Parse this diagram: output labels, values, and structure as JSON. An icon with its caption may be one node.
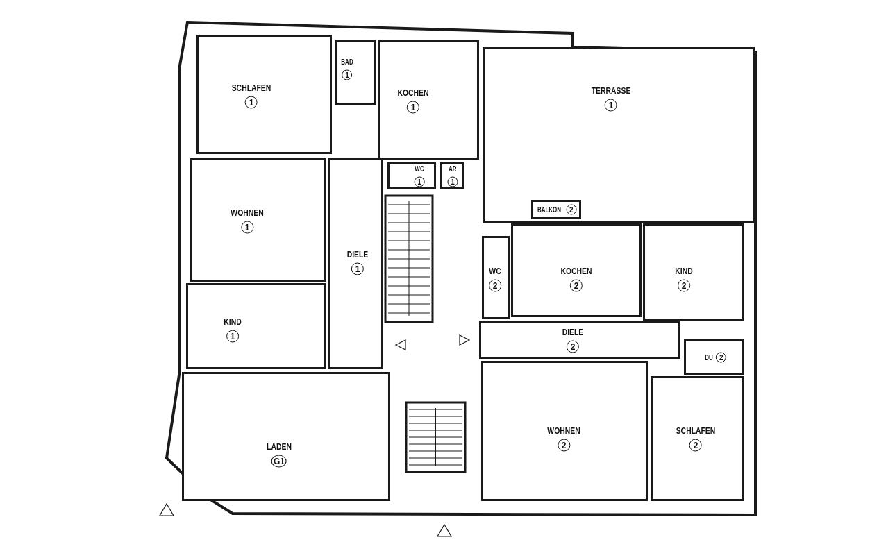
{
  "diagram": {
    "nodes": [
      {
        "text": [
          "SCHLAFEN",
          "1"
        ]
      },
      {
        "text": [
          "BAD",
          "1"
        ]
      },
      {
        "text": [
          "KOCHEN",
          "1"
        ]
      },
      {
        "text": [
          "TERRASSE",
          "1"
        ]
      },
      {
        "text": [
          "WC",
          "1"
        ]
      },
      {
        "text": [
          "AR",
          "1"
        ]
      },
      {
        "text": [
          "WOHNEN",
          "1"
        ]
      },
      {
        "text": [
          "DIELE",
          "1"
        ]
      },
      {
        "text": [
          "BALKON",
          "2"
        ],
        "in": 3
      },
      {
        "text": [
          "WC",
          "2"
        ]
      },
      {
        "text": [
          "KOCHEN",
          "2"
        ]
      },
      {
        "text": [
          "KIND",
          "2"
        ]
      },
      {
        "text": [
          "KIND",
          "1"
        ]
      },
      {
        "text": [
          "DIELE",
          "2"
        ]
      },
      {
        "text": [
          "DU",
          "2"
        ]
      },
      {
        "text": [
          "LADEN",
          "G1"
        ]
      },
      {
        "text": [
          "WOHNEN",
          "2"
        ]
      },
      {
        "text": [
          "SCHLAFEN",
          "2"
        ]
      }
    ]
  }
}
